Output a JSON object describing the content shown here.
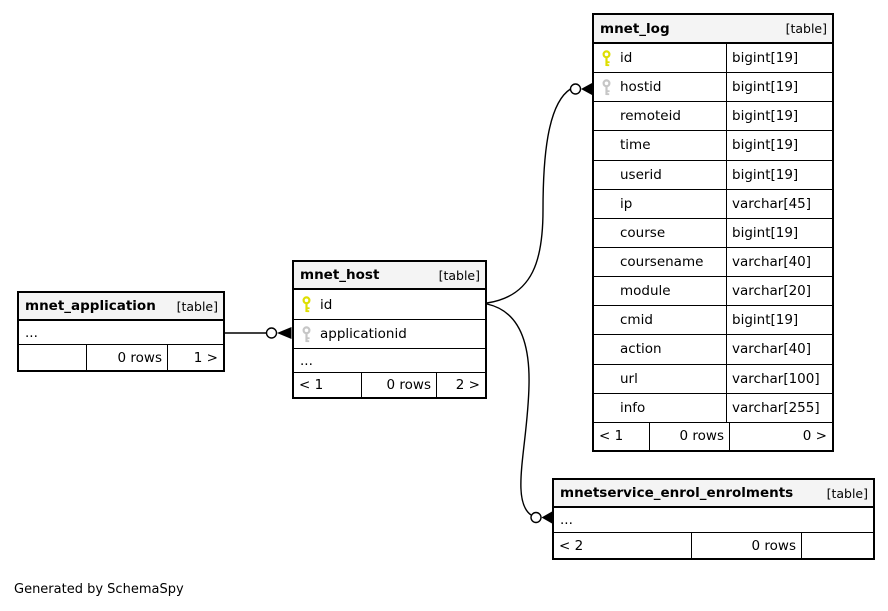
{
  "page": {
    "credit": "Generated by SchemaSpy"
  },
  "colors": {
    "primary_key": "#dede00",
    "foreign_key": "#c6c6c6",
    "header_bg": "#f4f4f4",
    "border": "#000000",
    "row_bg": "#ffffff"
  },
  "tables": [
    {
      "id": "mnet_application",
      "name": "mnet_application",
      "type_label": "[table]",
      "rows": [
        {
          "name": "...",
          "ellipsis": true
        }
      ],
      "footer": {
        "left": "",
        "middle": "0 rows",
        "right": "1 >"
      }
    },
    {
      "id": "mnet_host",
      "name": "mnet_host",
      "type_label": "[table]",
      "rows": [
        {
          "name": "id",
          "key": "primary"
        },
        {
          "name": "applicationid",
          "key": "foreign"
        },
        {
          "name": "...",
          "ellipsis": true
        }
      ],
      "footer": {
        "left": "< 1",
        "middle": "0 rows",
        "right": "2 >"
      }
    },
    {
      "id": "mnet_log",
      "name": "mnet_log",
      "type_label": "[table]",
      "rows": [
        {
          "name": "id",
          "type": "bigint[19]",
          "key": "primary"
        },
        {
          "name": "hostid",
          "type": "bigint[19]",
          "key": "foreign"
        },
        {
          "name": "remoteid",
          "type": "bigint[19]"
        },
        {
          "name": "time",
          "type": "bigint[19]"
        },
        {
          "name": "userid",
          "type": "bigint[19]"
        },
        {
          "name": "ip",
          "type": "varchar[45]"
        },
        {
          "name": "course",
          "type": "bigint[19]"
        },
        {
          "name": "coursename",
          "type": "varchar[40]"
        },
        {
          "name": "module",
          "type": "varchar[20]"
        },
        {
          "name": "cmid",
          "type": "bigint[19]"
        },
        {
          "name": "action",
          "type": "varchar[40]"
        },
        {
          "name": "url",
          "type": "varchar[100]"
        },
        {
          "name": "info",
          "type": "varchar[255]"
        }
      ],
      "footer": {
        "left": "< 1",
        "middle": "0 rows",
        "right": "0 >"
      }
    },
    {
      "id": "mnetservice_enrol_enrolments",
      "name": "mnetservice_enrol_enrolments",
      "type_label": "[table]",
      "rows": [
        {
          "name": "...",
          "ellipsis": true
        }
      ],
      "footer": {
        "left": "< 2",
        "middle": "0 rows",
        "right": ""
      }
    }
  ],
  "relationships": [
    {
      "from": "mnet_application",
      "to": "mnet_host.applicationid"
    },
    {
      "from": "mnet_host.id",
      "to": "mnet_log.hostid"
    },
    {
      "from": "mnet_host.id",
      "to": "mnetservice_enrol_enrolments"
    }
  ]
}
